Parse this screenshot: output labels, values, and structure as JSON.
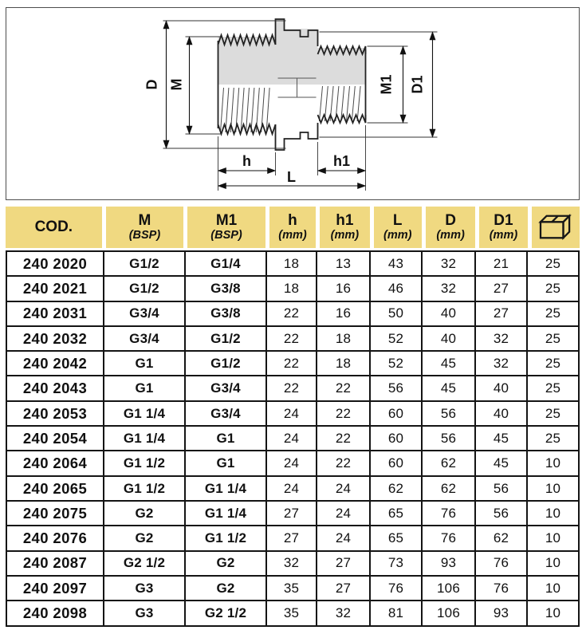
{
  "diagram": {
    "description": "Sectioned technical drawing of a reducing double-male threaded nipple",
    "labels": {
      "D": "D",
      "M": "M",
      "M1": "M1",
      "D1": "D1",
      "h": "h",
      "h1": "h1",
      "L": "L"
    }
  },
  "table": {
    "headers": [
      {
        "label": "COD.",
        "sub": ""
      },
      {
        "label": "M",
        "sub": "(BSP)"
      },
      {
        "label": "M1",
        "sub": "(BSP)"
      },
      {
        "label": "h",
        "sub": "(mm)"
      },
      {
        "label": "h1",
        "sub": "(mm)"
      },
      {
        "label": "L",
        "sub": "(mm)"
      },
      {
        "label": "D",
        "sub": "(mm)"
      },
      {
        "label": "D1",
        "sub": "(mm)"
      },
      {
        "label": "",
        "sub": "",
        "icon": "package-box-icon"
      }
    ],
    "rows": [
      [
        "240 2020",
        "G1/2",
        "G1/4",
        "18",
        "13",
        "43",
        "32",
        "21",
        "25"
      ],
      [
        "240 2021",
        "G1/2",
        "G3/8",
        "18",
        "16",
        "46",
        "32",
        "27",
        "25"
      ],
      [
        "240 2031",
        "G3/4",
        "G3/8",
        "22",
        "16",
        "50",
        "40",
        "27",
        "25"
      ],
      [
        "240 2032",
        "G3/4",
        "G1/2",
        "22",
        "18",
        "52",
        "40",
        "32",
        "25"
      ],
      [
        "240 2042",
        "G1",
        "G1/2",
        "22",
        "18",
        "52",
        "45",
        "32",
        "25"
      ],
      [
        "240 2043",
        "G1",
        "G3/4",
        "22",
        "22",
        "56",
        "45",
        "40",
        "25"
      ],
      [
        "240 2053",
        "G1 1/4",
        "G3/4",
        "24",
        "22",
        "60",
        "56",
        "40",
        "25"
      ],
      [
        "240 2054",
        "G1 1/4",
        "G1",
        "24",
        "22",
        "60",
        "56",
        "45",
        "25"
      ],
      [
        "240 2064",
        "G1 1/2",
        "G1",
        "24",
        "22",
        "60",
        "62",
        "45",
        "10"
      ],
      [
        "240 2065",
        "G1 1/2",
        "G1 1/4",
        "24",
        "24",
        "62",
        "62",
        "56",
        "10"
      ],
      [
        "240 2075",
        "G2",
        "G1 1/4",
        "27",
        "24",
        "65",
        "76",
        "56",
        "10"
      ],
      [
        "240 2076",
        "G2",
        "G1 1/2",
        "27",
        "24",
        "65",
        "76",
        "62",
        "10"
      ],
      [
        "240 2087",
        "G2 1/2",
        "G2",
        "32",
        "27",
        "73",
        "93",
        "76",
        "10"
      ],
      [
        "240 2097",
        "G3",
        "G2",
        "35",
        "27",
        "76",
        "106",
        "76",
        "10"
      ],
      [
        "240 2098",
        "G3",
        "G2 1/2",
        "35",
        "32",
        "81",
        "106",
        "93",
        "10"
      ]
    ]
  },
  "colors": {
    "header_bg": "#F0D981",
    "table_border": "#141414",
    "drawing_shade": "#dcdcdc"
  }
}
